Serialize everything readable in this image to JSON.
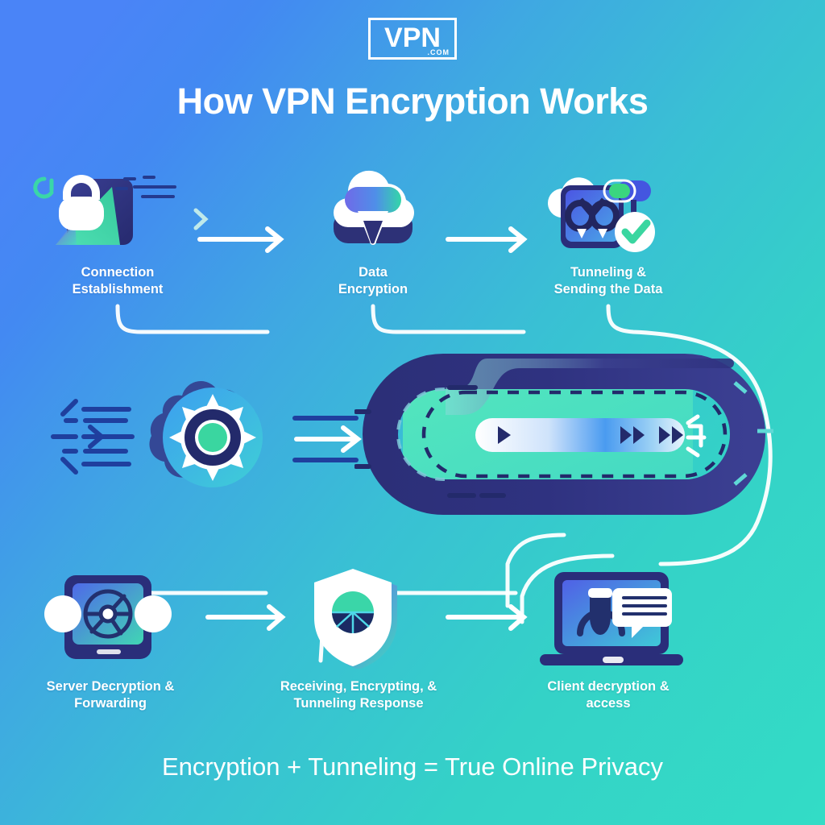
{
  "brand": {
    "logo_text": "VPN",
    "logo_suffix": ".COM",
    "logo_name": "vpn-com-logo"
  },
  "header": {
    "title": "How VPN Encryption Works"
  },
  "footer": {
    "tagline": "Encryption + Tunneling = True Online Privacy"
  },
  "colors": {
    "bg_start": "#4a84f7",
    "bg_end": "#33dcc6",
    "navy": "#2a2e7a",
    "deep_navy": "#232a6b",
    "teal": "#3ad6a8",
    "mint": "#4fe0b4",
    "white": "#ffffff",
    "accent_blue": "#4456e0",
    "light_blue": "#6fc4ef"
  },
  "flow": {
    "steps": [
      {
        "id": 1,
        "label": "Connection\nEstablishment",
        "line1": "Connection",
        "line2": "Establishment",
        "icon": "padlock-icon"
      },
      {
        "id": 2,
        "label": "Data\nEncryption",
        "line1": "Data",
        "line2": "Encryption",
        "icon": "cloud-funnel-icon"
      },
      {
        "id": 3,
        "label": "Tunneling &\nSending the Data",
        "line1": "Tunneling &",
        "line2": "Sending the Data",
        "icon": "tunnel-screen-check-icon"
      },
      {
        "id": 4,
        "label": "Server Decryption &\nForwarding",
        "line1": "Server Decryption &",
        "line2": "Forwarding",
        "icon": "server-tablet-icon"
      },
      {
        "id": 5,
        "label": "Receiving, Encrypting, &\nTunneling Response",
        "line1": "Receiving, Encrypting, &",
        "line2": "Tunneling Response",
        "icon": "shield-icon"
      },
      {
        "id": 6,
        "label": "Client decryption &\naccess",
        "line1": "Client decryption &",
        "line2": "access",
        "icon": "laptop-chat-icon"
      }
    ],
    "middle": {
      "node_icon": "encryption-sunburst-node-icon",
      "inflow_icon": "data-stream-inflow-icon",
      "arrow_icon": "arrow-right-icon",
      "tunnel_icon": "vpn-tunnel-icon",
      "tunnel_playback_icons": [
        "play-icon",
        "fast-forward-icon",
        "fast-forward-icon"
      ]
    },
    "arrows": [
      {
        "from": 1,
        "to": 2,
        "icon": "arrow-right-icon"
      },
      {
        "from": 2,
        "to": 3,
        "icon": "arrow-right-icon"
      },
      {
        "from": 4,
        "to": 5,
        "icon": "arrow-right-icon"
      },
      {
        "from": 5,
        "to": 6,
        "icon": "arrow-right-icon"
      }
    ]
  }
}
